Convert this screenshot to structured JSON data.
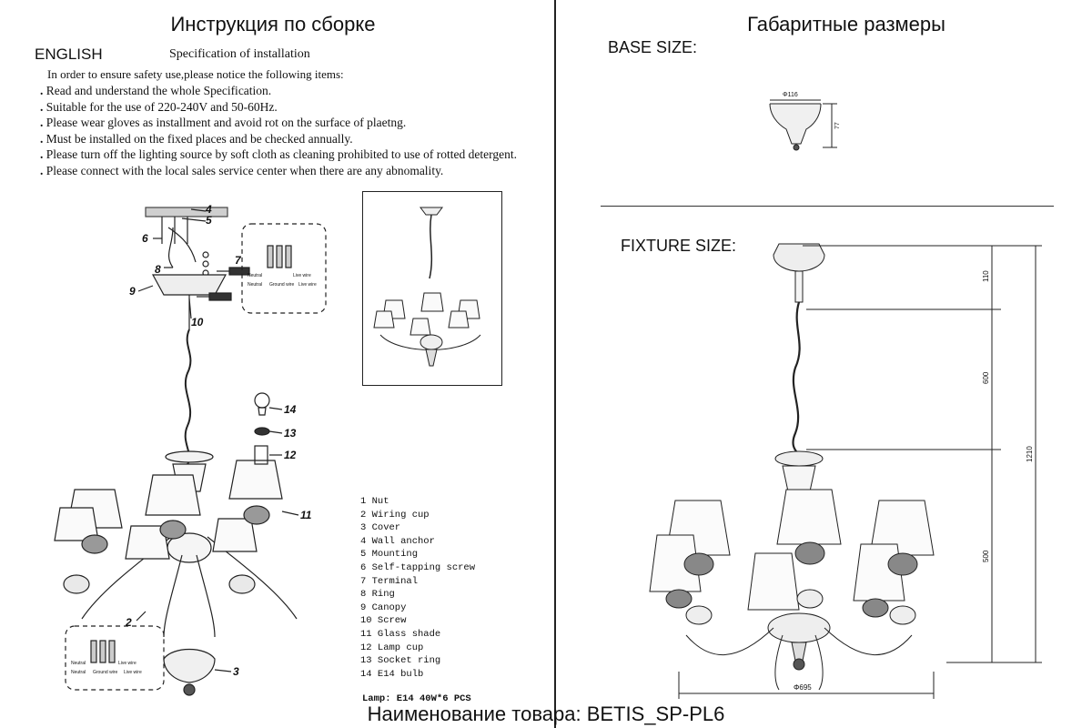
{
  "header": {
    "left_title": "Инструкция по сборке",
    "right_title": "Габаритные размеры"
  },
  "instructions": {
    "language_label": "ENGLISH",
    "spec_title": "Specification of installation",
    "intro": "In order to ensure safety use,please notice the following items:",
    "rules": [
      "Read and understand the whole Specification.",
      "Suitable for the use of 220-240V and 50-60Hz.",
      "Please wear gloves as installment and avoid rot on the surface of plaetng.",
      "Must be installed on the fixed places and be checked annually.",
      "Please turn off the lighting source by soft cloth as cleaning prohibited to use of rotted detergent.",
      "Please connect with the local sales service center when there are any abnomality."
    ]
  },
  "diagram": {
    "callouts": [
      "4",
      "5",
      "6",
      "8",
      "7",
      "9",
      "10",
      "14",
      "13",
      "12",
      "11",
      "2",
      "3"
    ],
    "wiring": {
      "neutral": "Neutral",
      "ground": "Ground wire",
      "live": "Live wire"
    }
  },
  "parts": [
    "1 Nut",
    "2 Wiring cup",
    "3 Cover",
    "4 Wall anchor",
    "5 Mounting",
    "6 Self-tapping screw",
    "7 Terminal",
    "8 Ring",
    "9 Canopy",
    "10 Screw",
    "11 Glass shade",
    "12 Lamp cup",
    "13 Socket ring",
    "14 E14 bulb"
  ],
  "lamp_spec": "Lamp: E14 40W*6 PCS",
  "dimensions": {
    "base_size_label": "BASE SIZE:",
    "fixture_size_label": "FIXTURE SIZE:",
    "base_diameter": "Φ116",
    "base_height": "77",
    "dim_110": "110",
    "dim_600": "600",
    "dim_500": "500",
    "dim_1210": "1210",
    "fixture_diameter": "Φ695"
  },
  "footer": {
    "product_name": "Наименование товара: BETIS_SP-PL6"
  }
}
